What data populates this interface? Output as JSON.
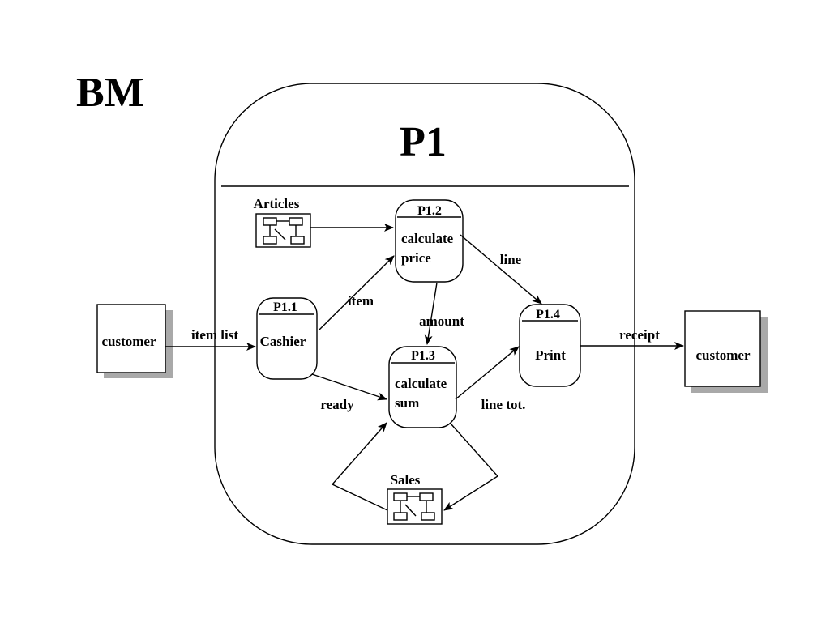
{
  "page_title": "BM",
  "process_title": "P1",
  "externals": {
    "left_customer": "customer",
    "right_customer": "customer"
  },
  "processes": {
    "p11": {
      "id": "P1.1",
      "label": "Cashier"
    },
    "p12": {
      "id": "P1.2",
      "label_line1": "calculate",
      "label_line2": "price"
    },
    "p13": {
      "id": "P1.3",
      "label_line1": "calculate",
      "label_line2": "sum"
    },
    "p14": {
      "id": "P1.4",
      "label": "Print"
    }
  },
  "stores": {
    "articles": "Articles",
    "sales": "Sales"
  },
  "flows": {
    "item_list": "item list",
    "item": "item",
    "ready": "ready",
    "amount": "amount",
    "line": "line",
    "line_tot": "line tot.",
    "receipt": "receipt"
  }
}
